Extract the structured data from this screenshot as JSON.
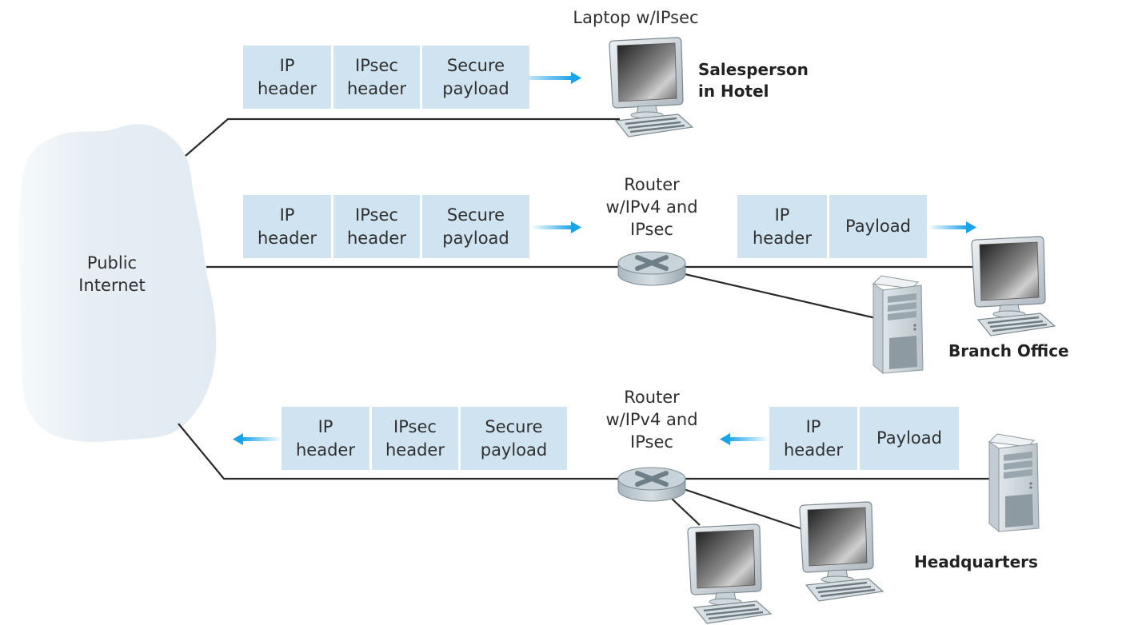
{
  "diagram": {
    "cloud": {
      "label": "Public\nInternet"
    },
    "colors": {
      "packet_fill": "#cfe3f0",
      "arrow": "#1aa3e8",
      "link": "#2a2a2a",
      "cloud": "#e4edf3"
    },
    "salesperson": {
      "device_label": "Laptop w/IPsec",
      "site_label": "Salesperson\nin Hotel",
      "packet": [
        "IP\nheader",
        "IPsec\nheader",
        "Secure\npayload"
      ],
      "arrow_direction": "right"
    },
    "branch": {
      "router_label": "Router\nw/IPv4 and\nIPsec",
      "site_label": "Branch Office",
      "packet_wan": [
        "IP\nheader",
        "IPsec\nheader",
        "Secure\npayload"
      ],
      "packet_lan": [
        "IP\nheader",
        "Payload"
      ],
      "arrow_direction": "right"
    },
    "headquarters": {
      "router_label": "Router\nw/IPv4 and\nIPsec",
      "site_label": "Headquarters",
      "packet_wan": [
        "IP\nheader",
        "IPsec\nheader",
        "Secure\npayload"
      ],
      "packet_lan": [
        "IP\nheader",
        "Payload"
      ],
      "arrow_direction": "left"
    }
  }
}
